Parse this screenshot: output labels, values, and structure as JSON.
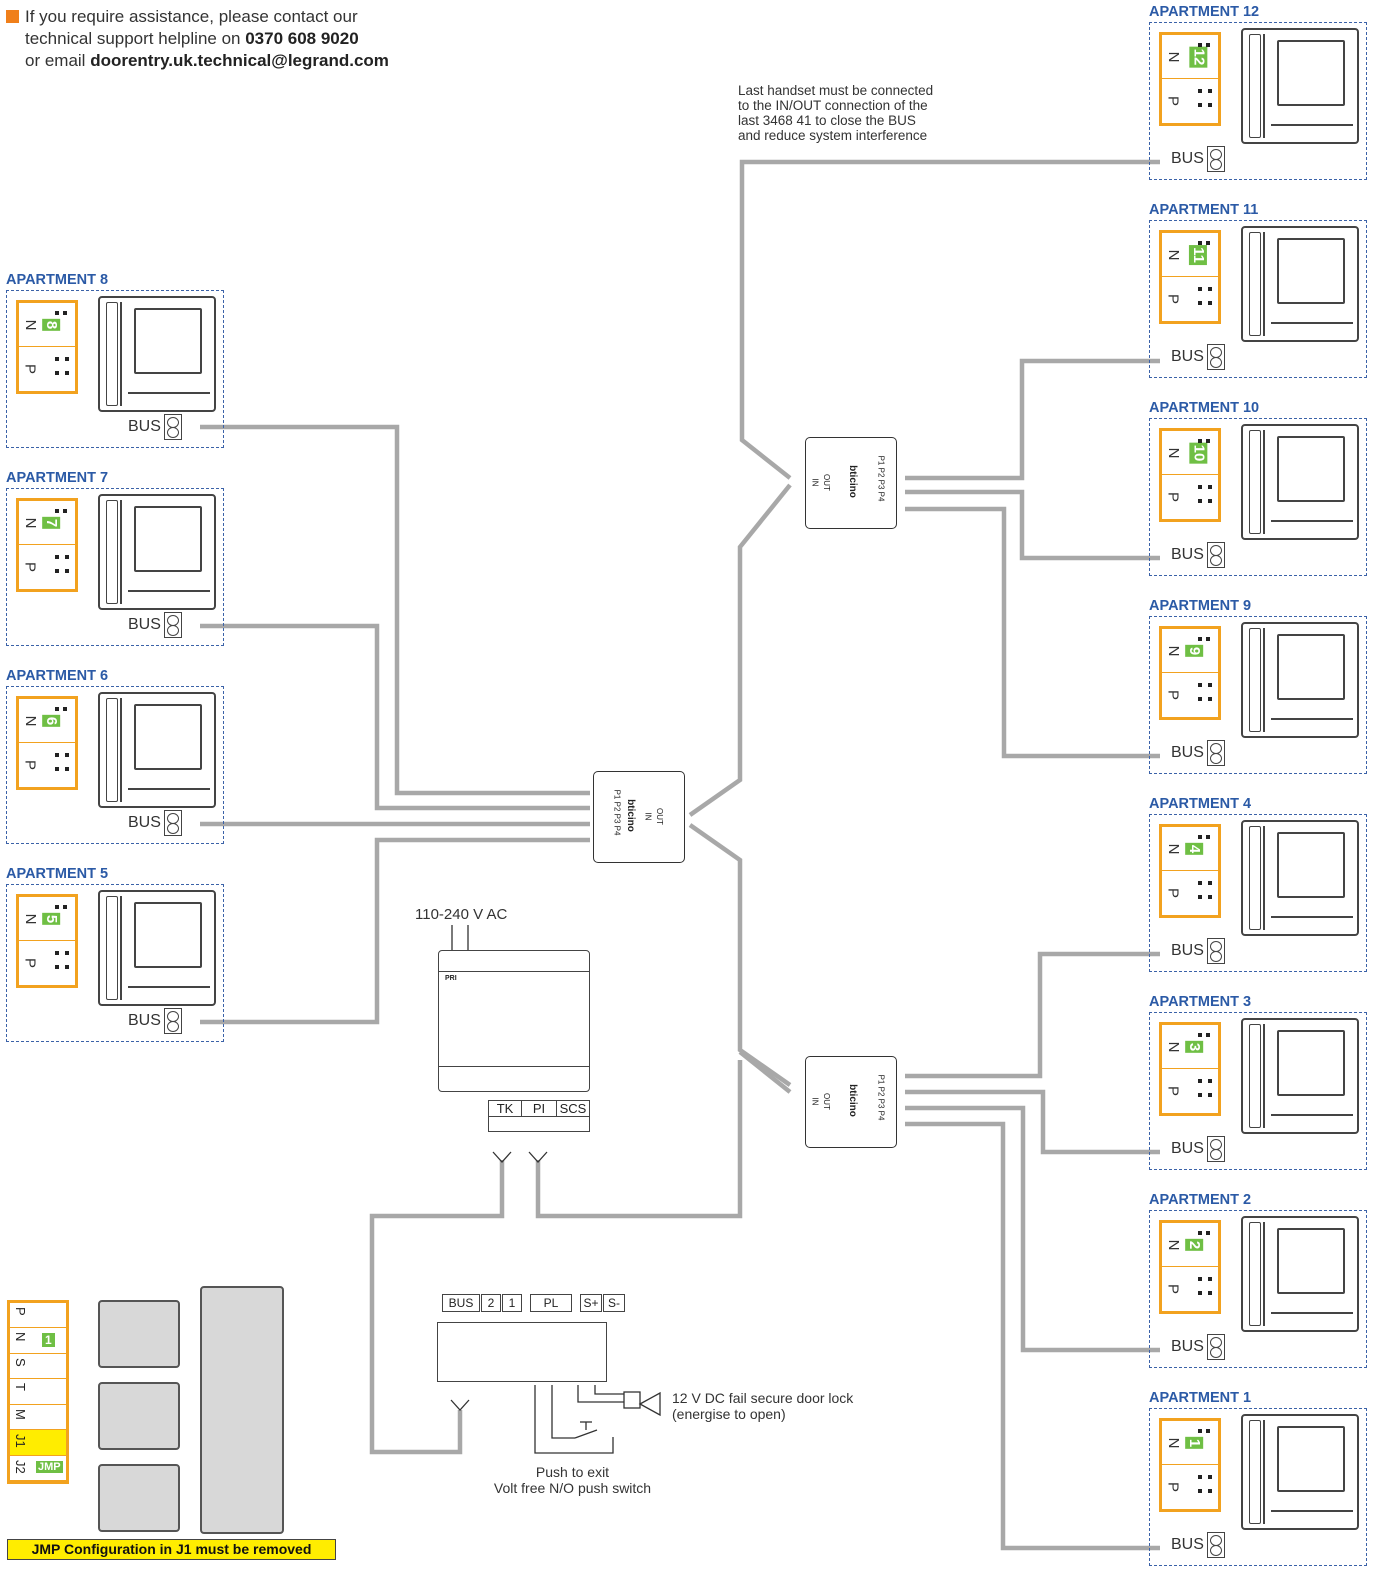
{
  "help": {
    "line1": "If you require assistance, please contact our",
    "line2a": "technical support helpline on ",
    "phone": "0370 608 9020",
    "line3a": "or email ",
    "email": "doorentry.uk.technical@legrand.com"
  },
  "note_last_handset": {
    "l1": "Last handset must be connected",
    "l2": "to the IN/OUT connection of the",
    "l3": "last 3468 41 to close the BUS",
    "l4": "and reduce system interference"
  },
  "left_apartments": [
    {
      "title": "APARTMENT 8",
      "n": "8",
      "bus": "BUS"
    },
    {
      "title": "APARTMENT 7",
      "n": "7",
      "bus": "BUS"
    },
    {
      "title": "APARTMENT 6",
      "n": "6",
      "bus": "BUS"
    },
    {
      "title": "APARTMENT 5",
      "n": "5",
      "bus": "BUS"
    }
  ],
  "right_apartments": [
    {
      "title": "APARTMENT 12",
      "n": "12",
      "bus": "BUS"
    },
    {
      "title": "APARTMENT 11",
      "n": "11",
      "bus": "BUS"
    },
    {
      "title": "APARTMENT 10",
      "n": "10",
      "bus": "BUS"
    },
    {
      "title": "APARTMENT 9",
      "n": "9",
      "bus": "BUS"
    },
    {
      "title": "APARTMENT 4",
      "n": "4",
      "bus": "BUS"
    },
    {
      "title": "APARTMENT 3",
      "n": "3",
      "bus": "BUS"
    },
    {
      "title": "APARTMENT 2",
      "n": "2",
      "bus": "BUS"
    },
    {
      "title": "APARTMENT 1",
      "n": "1",
      "bus": "BUS"
    }
  ],
  "config_labels": {
    "n": "N",
    "p": "P"
  },
  "distributor": {
    "brand": "bticino",
    "ports": "P1 P2 P3 P4",
    "in": "IN",
    "out": "OUT"
  },
  "supply": {
    "voltage": "110-240 V AC",
    "model": "PRI",
    "tk": "TK",
    "pi": "PI",
    "scs": "SCS"
  },
  "panel": {
    "terminals": [
      "BUS",
      "2",
      "1",
      "PL",
      "S+",
      "S-"
    ],
    "lock": {
      "l1": "12 V DC fail secure door lock",
      "l2": "(energise to open)"
    },
    "exit": {
      "l1": "Push to exit",
      "l2": "Volt free N/O push switch"
    }
  },
  "panel_config": {
    "rows": [
      "P",
      "N",
      "S",
      "T",
      "M",
      "J1",
      "J2"
    ],
    "n_value": "1",
    "jmp": "JMP",
    "warning": "JMP Configuration in J1 must be removed"
  },
  "colors": {
    "accent": "#f2a21f",
    "title": "#2b5aa6",
    "green": "#6fbf44",
    "wire": "#a8a8a8",
    "warn": "#ffed00"
  }
}
